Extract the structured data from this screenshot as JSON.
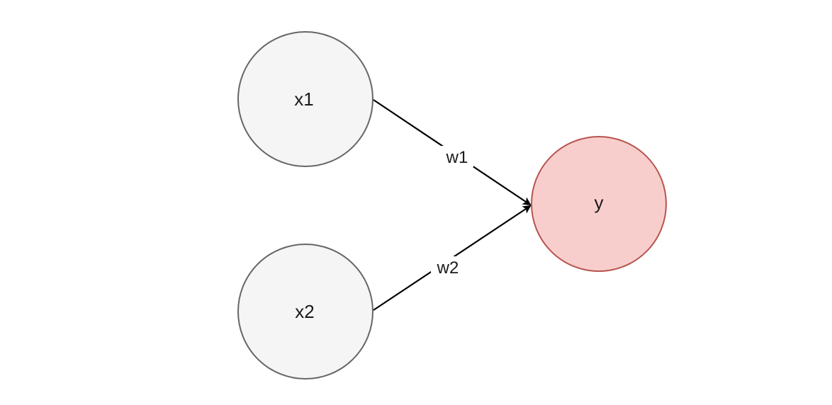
{
  "nodes": {
    "x1": {
      "label": "x1",
      "fill": "#f5f5f5",
      "stroke": "#666666"
    },
    "x2": {
      "label": "x2",
      "fill": "#f5f5f5",
      "stroke": "#666666"
    },
    "y": {
      "label": "y",
      "fill": "#f8cecc",
      "stroke": "#b85450"
    }
  },
  "edges": {
    "x1_y": {
      "from": "x1",
      "to": "y",
      "label": "w1"
    },
    "x2_y": {
      "from": "x2",
      "to": "y",
      "label": "w2"
    }
  }
}
